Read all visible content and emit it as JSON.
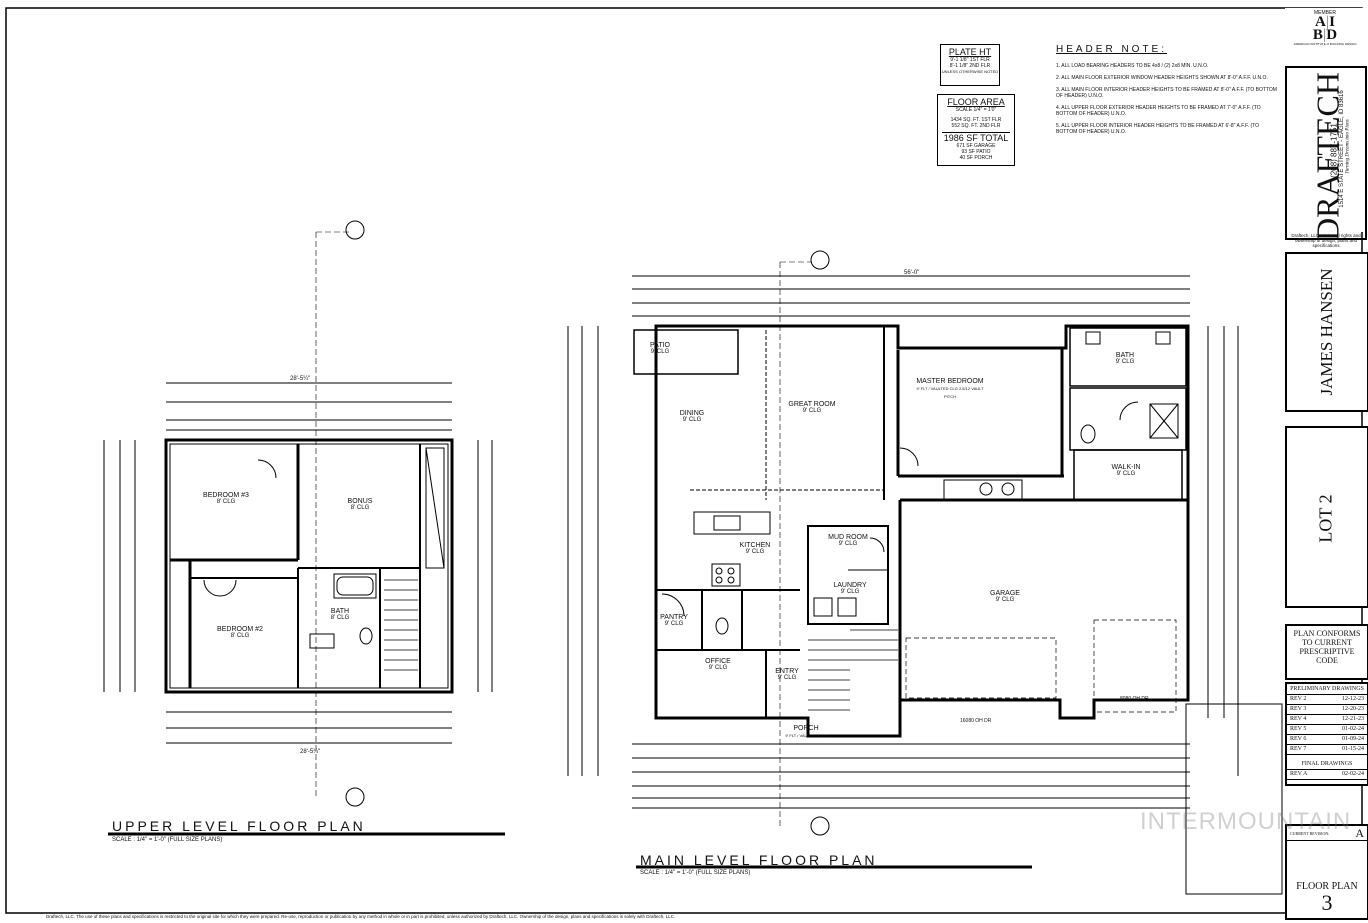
{
  "plate_ht": {
    "title": "PLATE HT",
    "lines": [
      "9'-1 1/8\" 1ST FLR",
      "8'-1 1/8\" 2ND FLR",
      "UNLESS OTHERWISE NOTED"
    ]
  },
  "floor_area": {
    "title": "FLOOR AREA",
    "scale": "SCALE 1/4\" = 1'0\"",
    "lines": [
      "1434 SQ. FT. 1ST FLR",
      "552 SQ. FT. 2ND FLR"
    ],
    "total": "1986 SF TOTAL",
    "extra": [
      "671 SF GARAGE",
      "93 SF PATIO",
      "40 SF PORCH"
    ]
  },
  "header_note": {
    "title": "HEADER NOTE:",
    "items": [
      "1.  ALL LOAD BEARING HEADERS TO BE 4x8 / (2) 2x8 MIN. U.N.O.",
      "2.  ALL MAIN FLOOR EXTERIOR WINDOW HEADER HEIGHTS SHOWN AT 8'-0\" A.F.F. U.N.O.",
      "3.  ALL MAIN FLOOR INTERIOR HEADER HEIGHTS TO BE FRAMED AT 8'-0\" A.F.F. (TO BOTTOM OF HEADER) U.N.O.",
      "4.  ALL UPPER FLOOR EXTERIOR HEADER HEIGHTS TO BE FRAMED AT 7'-0\" A.F.F. (TO BOTTOM OF HEADER) U.N.O.",
      "5.  ALL UPPER FLOOR INTERIOR HEADER HEIGHTS TO BE FRAMED AT 6'-8\" A.F.F. (TO BOTTOM OF HEADER) U.N.O."
    ]
  },
  "upper": {
    "title": "UPPER LEVEL FLOOR PLAN",
    "scale": "SCALE : 1/4\" = 1'-0\" (FULL SIZE PLANS)",
    "rooms": [
      {
        "name": "BEDROOM #3",
        "sub": "8' CLG"
      },
      {
        "name": "BONUS",
        "sub": "8' CLG"
      },
      {
        "name": "BEDROOM #2",
        "sub": "8' CLG"
      },
      {
        "name": "BATH",
        "sub": "8' CLG"
      }
    ],
    "overall_w": "28'-5¼\"",
    "overall_w2": "28'-5¼\""
  },
  "main": {
    "title": "MAIN LEVEL FLOOR PLAN",
    "scale": "SCALE : 1/4\" = 1'-0\" (FULL SIZE PLANS)",
    "rooms": [
      {
        "name": "PATIO",
        "sub": "9' CLG"
      },
      {
        "name": "GREAT ROOM",
        "sub": "9' CLG"
      },
      {
        "name": "DINING",
        "sub": "9' CLG"
      },
      {
        "name": "MASTER BEDROOM",
        "sub": "9' FLT / VAULTED CLG 2.5/12 VAULT PITCH"
      },
      {
        "name": "BATH",
        "sub": "9' CLG"
      },
      {
        "name": "WALK-IN",
        "sub": "9' CLG"
      },
      {
        "name": "KITCHEN",
        "sub": "9' CLG"
      },
      {
        "name": "MUD ROOM",
        "sub": "9' CLG"
      },
      {
        "name": "LAUNDRY",
        "sub": "9' CLG"
      },
      {
        "name": "GARAGE",
        "sub": "9' CLG"
      },
      {
        "name": "PANTRY",
        "sub": "9' CLG"
      },
      {
        "name": "OFFICE",
        "sub": "9' CLG"
      },
      {
        "name": "ENTRY",
        "sub": "9' CLG"
      },
      {
        "name": "PORCH",
        "sub": "9' FLT / VAULTED CLG"
      }
    ],
    "overall_w": "56'-0\"",
    "garage_door": "16080 OH DR",
    "garage_door2": "8080 OH DR"
  },
  "firm": {
    "member": "MEMBER",
    "aibd": "AMERICAN INSTITUTE of BUILDING DESIGN",
    "name": "DRAFTECH",
    "tagline": "Turning Dreams into Plans",
    "address": "1514 E STATE STREET - EAGLE, ID 83616",
    "phone": "(208) 887-1751",
    "rights": "Draftech, LLC retains all rights and ownership of design, plans and specifications"
  },
  "client": "JAMES HANSEN",
  "lot": "LOT 2",
  "code": "PLAN CONFORMS TO CURRENT PRESCRIPTIVE CODE",
  "prelim": {
    "title": "PRELIMINARY DRAWINGS",
    "revs": [
      [
        "REV 2",
        "12-12-23"
      ],
      [
        "REV 3",
        "12-20-23"
      ],
      [
        "REV 4",
        "12-21-23"
      ],
      [
        "REV 5",
        "01-02-24"
      ],
      [
        "REV 6",
        "01-09-24"
      ],
      [
        "REV 7",
        "01-15-24"
      ]
    ]
  },
  "final": {
    "title": "FINAL DRAWINGS",
    "revs": [
      [
        "REV A",
        "02-02-24"
      ]
    ]
  },
  "current_rev": {
    "label": "CURRENT REVISION:",
    "value": "A"
  },
  "sheet": {
    "label": "FLOOR PLAN",
    "number": "3"
  },
  "footer": "Draftech, LLC. The use of these plans and specifications is restricted to the original site for which they were prepared. Re-use, reproduction or publication by any method in whole or in part is prohibited, unless authorized by Draftech, LLC. Ownership of the design, plans and specifications is solely with Draftech, LLC.",
  "watermark": "INTERMOUNTAIN"
}
